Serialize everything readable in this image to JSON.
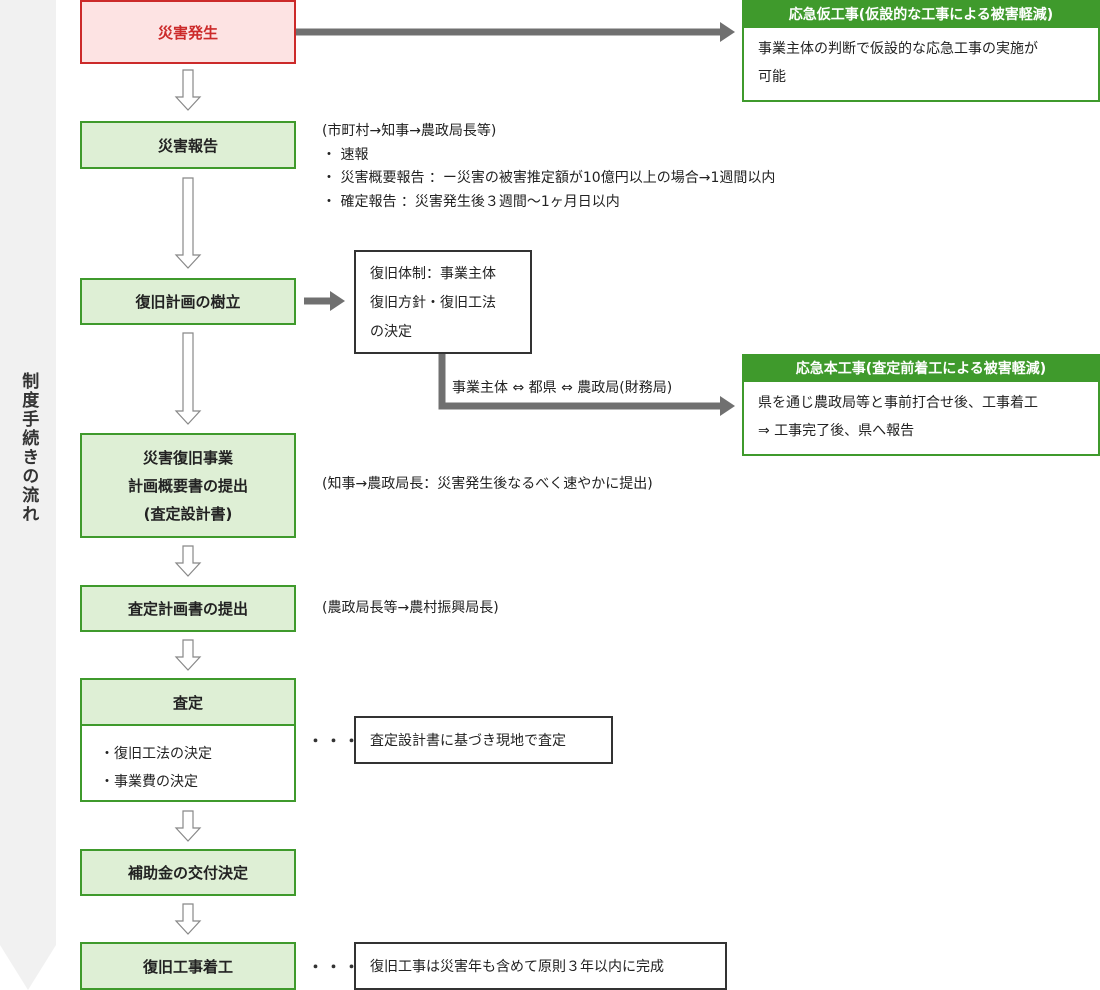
{
  "side_label": "制度手続きの流れ",
  "steps": {
    "disaster": "災害発生",
    "report": "災害報告",
    "plan": "復旧計画の樹立",
    "submit_l1": "災害復旧事業",
    "submit_l2": "計画概要書の提出",
    "submit_l3": "(査定設計書)",
    "assess_plan": "査定計画書の提出",
    "assess": "査定",
    "grant": "補助金の交付決定",
    "start": "復旧工事着工"
  },
  "assess_items": [
    "・復旧工法の決定",
    "・事業費の決定"
  ],
  "notes": {
    "report_route": "(市町村→知事→農政局長等)",
    "report_items": [
      "・ 速報",
      "・ 災害概要報告 ：ー災害の被害推定額が10億円以上の場合→1週間以内",
      "・ 確定報告 ：災害発生後３週間〜1ヶ月日以内"
    ],
    "submit": "(知事→農政局長：災害発生後なるべく速やかに提出)",
    "assess_plan": "(農政局長等→農村振興局長)",
    "route": "事業主体 ⇔ 都県 ⇔ 農政局(財務局)"
  },
  "plan_box": [
    "復旧体制：事業主体",
    "復旧方針・復旧工法",
    "の決定"
  ],
  "emergency_temp": {
    "title": "応急仮工事(仮設的な工事による被害軽減)",
    "body": [
      "事業主体の判断で仮設的な応急工事の実施が",
      "可能"
    ]
  },
  "emergency_main": {
    "title": "応急本工事(査定前着工による被害軽減)",
    "body": [
      "県を通じ農政局等と事前打合せ後、工事着工",
      "⇒ 工事完了後、県へ報告"
    ]
  },
  "ellipsis": "・・・",
  "assess_note": "査定設計書に基づき現地で査定",
  "start_note": "復旧工事は災害年も含めて原則３年以内に完成",
  "colors": {
    "green": "#3f9a2c",
    "light_green": "#deefd5",
    "red": "#cc2a2a",
    "light_red": "#fde3e3",
    "arrow": "#707070"
  }
}
